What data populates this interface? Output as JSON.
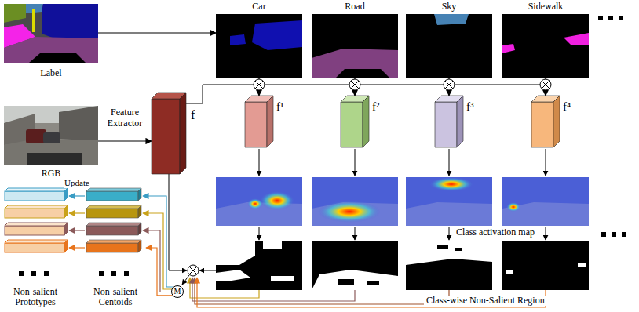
{
  "diagram": {
    "nodes": [
      {
        "text": [
          "Label"
        ]
      },
      {
        "text": [
          "RGB"
        ]
      },
      {
        "text": [
          "Feature Extractor",
          "f"
        ]
      },
      {
        "text": [
          "Car"
        ]
      },
      {
        "text": [
          "Road"
        ]
      },
      {
        "text": [
          "Sky"
        ]
      },
      {
        "text": [
          "Sidewalk"
        ]
      },
      {
        "text": [
          "f¹"
        ]
      },
      {
        "text": [
          "f²"
        ]
      },
      {
        "text": [
          "f³"
        ]
      },
      {
        "text": [
          "f⁴"
        ]
      },
      {
        "text": [
          "M"
        ]
      },
      {
        "text": [
          "Non-salient Prototypes"
        ]
      },
      {
        "text": [
          "Non-salient Centoids"
        ]
      }
    ],
    "edges": [
      {
        "from": 0,
        "to": 3,
        "arrow": "to"
      },
      {
        "from": 1,
        "to": 2,
        "arrow": "to"
      },
      {
        "from": 3,
        "to": 7,
        "arrow": "to"
      },
      {
        "from": 4,
        "to": 8,
        "arrow": "to"
      },
      {
        "from": 5,
        "to": 9,
        "arrow": "to"
      },
      {
        "from": 6,
        "to": 10,
        "arrow": "to"
      },
      {
        "from": 11,
        "to": 13,
        "arrow": "to"
      },
      {
        "from": 13,
        "to": 12,
        "label": "Update",
        "arrow": "to"
      }
    ],
    "labels": [
      "Class activation map",
      "Class-wise Non-Salient Region"
    ]
  }
}
